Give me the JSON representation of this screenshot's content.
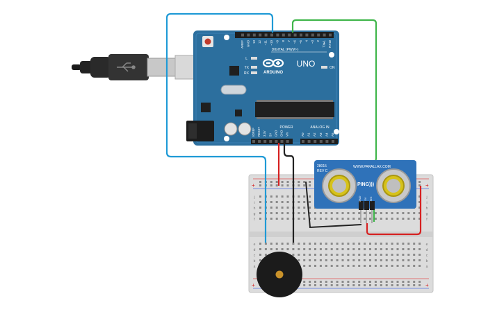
{
  "arduino": {
    "model": "UNO",
    "brand": "ARDUINO",
    "digital_label": "DIGITAL (PWM~)",
    "analog_label": "ANALOG IN",
    "power_label": "POWER",
    "on_label": "ON",
    "led_l": "L",
    "led_tx": "TX",
    "led_rx": "RX",
    "top_pins": [
      "AREF",
      "GND",
      "13",
      "12",
      "~11",
      "~10",
      "~9",
      "8",
      "7",
      "~6",
      "~5",
      "4",
      "~3",
      "2",
      "TX▸1",
      "RX◂0"
    ],
    "power_pins": [
      "IOREF",
      "RESET",
      "3.3V",
      "5V",
      "GND",
      "GND",
      "Vin"
    ],
    "analog_pins": [
      "A0",
      "A1",
      "A2",
      "A3",
      "A4",
      "A5"
    ]
  },
  "sensor": {
    "name": "PING)))",
    "url": "WWW.PARALLAX.COM",
    "model": "28015",
    "rev": "REV C",
    "pins": [
      "GND",
      "5V",
      "SIG"
    ]
  },
  "breadboard": {
    "row_letters_top": [
      "j",
      "i",
      "h",
      "g",
      "f"
    ],
    "row_letters_bottom": [
      "e",
      "d",
      "c",
      "b",
      "a"
    ],
    "rail_plus": "+",
    "rail_minus": "-"
  },
  "colors": {
    "arduino_blue": "#2c6f9e",
    "wire_blue": "#1f9ad6",
    "wire_green": "#3fb54a",
    "wire_red": "#d62121",
    "wire_black": "#222222",
    "breadboard": "#dcdcdc",
    "sensor_blue": "#2f72b9"
  }
}
